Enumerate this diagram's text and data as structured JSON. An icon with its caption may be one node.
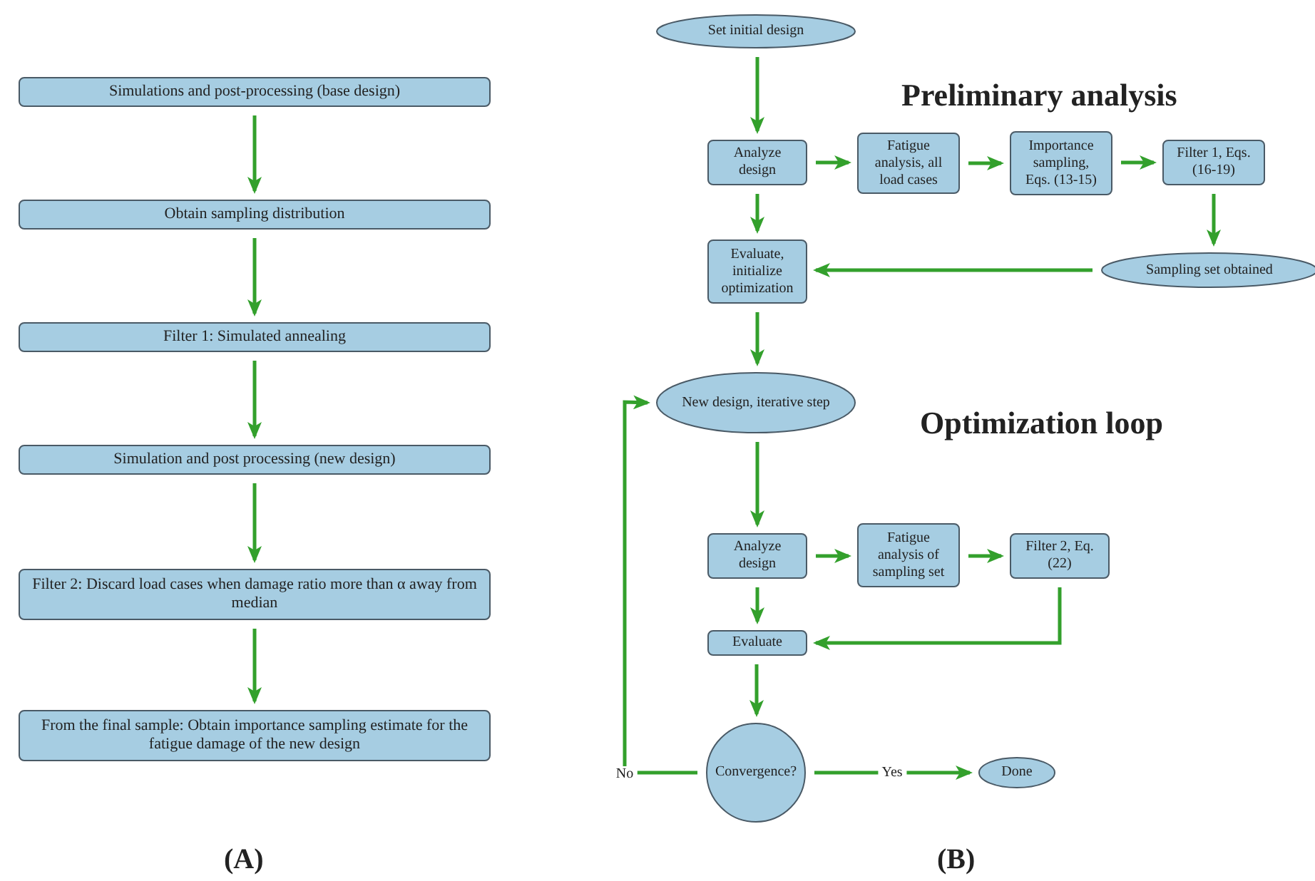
{
  "diagram": {
    "nodes": [
      {
        "text": [
          "Simulations and post-processing (base design)"
        ]
      },
      {
        "text": [
          "Obtain sampling distribution"
        ]
      },
      {
        "text": [
          "Filter 1: Simulated annealing"
        ]
      },
      {
        "text": [
          "Simulation and post processing (new design)"
        ]
      },
      {
        "text": [
          "Filter 2: Discard load cases when damage ratio more than α away from median"
        ]
      },
      {
        "text": [
          "From the final sample: Obtain importance sampling estimate for the fatigue damage of the new design"
        ]
      },
      {
        "text": [
          "Set initial design"
        ]
      },
      {
        "text": [
          "Analyze design"
        ]
      },
      {
        "text": [
          "Fatigue analysis, all load cases"
        ]
      },
      {
        "text": [
          "Importance sampling, Eqs. (13-15)"
        ]
      },
      {
        "text": [
          "Filter 1, Eqs. (16-19)"
        ]
      },
      {
        "text": [
          "Sampling set obtained"
        ]
      },
      {
        "text": [
          "Evaluate, initialize optimization"
        ]
      },
      {
        "text": [
          "New design, iterative step"
        ]
      },
      {
        "text": [
          "Analyze design"
        ]
      },
      {
        "text": [
          "Fatigue analysis of sampling set"
        ]
      },
      {
        "text": [
          "Filter 2, Eq. (22)"
        ]
      },
      {
        "text": [
          "Evaluate"
        ]
      },
      {
        "text": [
          "Convergence?"
        ]
      },
      {
        "text": [
          "Done"
        ]
      }
    ],
    "edges": [
      {
        "from": 0,
        "to": 1,
        "arrow": "to"
      },
      {
        "from": 1,
        "to": 2,
        "arrow": "to"
      },
      {
        "from": 2,
        "to": 3,
        "arrow": "to"
      },
      {
        "from": 3,
        "to": 4,
        "arrow": "to"
      },
      {
        "from": 4,
        "to": 5,
        "arrow": "to"
      },
      {
        "from": 6,
        "to": 7,
        "arrow": "to"
      },
      {
        "from": 7,
        "to": 8,
        "arrow": "to"
      },
      {
        "from": 8,
        "to": 9,
        "arrow": "to"
      },
      {
        "from": 9,
        "to": 10,
        "arrow": "to"
      },
      {
        "from": 10,
        "to": 11,
        "arrow": "to"
      },
      {
        "from": 11,
        "to": 12,
        "arrow": "to"
      },
      {
        "from": 7,
        "to": 12,
        "arrow": "to"
      },
      {
        "from": 12,
        "to": 13,
        "arrow": "to"
      },
      {
        "from": 13,
        "to": 14,
        "arrow": "to"
      },
      {
        "from": 14,
        "to": 15,
        "arrow": "to"
      },
      {
        "from": 15,
        "to": 16,
        "arrow": "to"
      },
      {
        "from": 16,
        "to": 17,
        "arrow": "to"
      },
      {
        "from": 14,
        "to": 17,
        "arrow": "to"
      },
      {
        "from": 17,
        "to": 18,
        "arrow": "to"
      },
      {
        "from": 18,
        "to": 13,
        "arrow": "to",
        "label": "No"
      },
      {
        "from": 18,
        "to": 19,
        "arrow": "to",
        "label": "Yes"
      }
    ],
    "labels": [
      "Preliminary analysis",
      "Optimization loop",
      "(A)",
      "(B)"
    ]
  }
}
